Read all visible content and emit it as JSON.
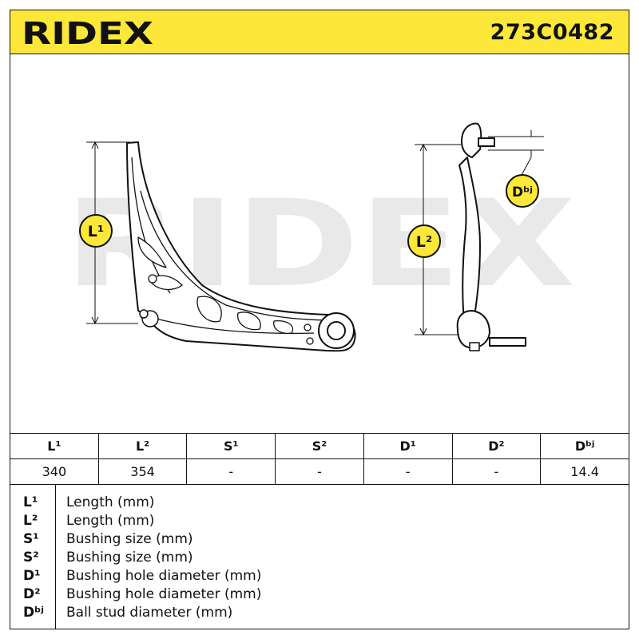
{
  "header": {
    "brand": "RIDEX",
    "part_number": "273C0482"
  },
  "drawing": {
    "watermark": "RIDEX",
    "dim_labels": {
      "l1": "L¹",
      "l2": "L²",
      "dbj": "Dᵇʲ"
    },
    "colors": {
      "badge": "#fde83a",
      "line": "#111111",
      "watermark": "#e8e8e8"
    }
  },
  "table": {
    "headers": [
      "L¹",
      "L²",
      "S¹",
      "S²",
      "D¹",
      "D²",
      "Dᵇʲ"
    ],
    "values": [
      "340",
      "354",
      "-",
      "-",
      "-",
      "-",
      "14.4"
    ]
  },
  "legend": [
    {
      "symbol": "L¹",
      "desc": "Length (mm)"
    },
    {
      "symbol": "L²",
      "desc": "Length (mm)"
    },
    {
      "symbol": "S¹",
      "desc": "Bushing size (mm)"
    },
    {
      "symbol": "S²",
      "desc": "Bushing size (mm)"
    },
    {
      "symbol": "D¹",
      "desc": "Bushing hole diameter (mm)"
    },
    {
      "symbol": "D²",
      "desc": "Bushing hole diameter (mm)"
    },
    {
      "symbol": "Dᵇʲ",
      "desc": "Ball stud diameter (mm)"
    }
  ]
}
